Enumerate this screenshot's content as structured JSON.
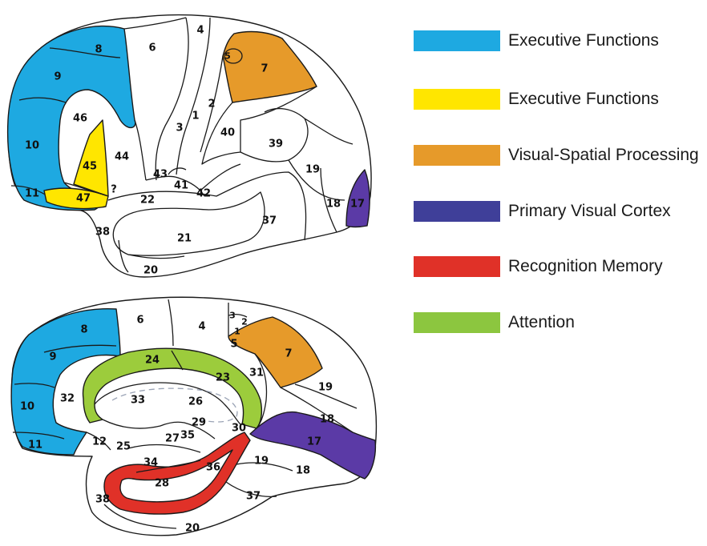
{
  "colors": {
    "executive_blue": "#1ea9e1",
    "executive_yellow": "#ffe600",
    "visual_spatial": "#e69a2a",
    "primary_visual": "#5b3aa6",
    "recognition_memory": "#e03128",
    "attention": "#9ccc3c",
    "outline": "#1a1a1a"
  },
  "legend": [
    {
      "label": "Executive Functions",
      "color": "#1ea9e1"
    },
    {
      "label": "Executive Functions",
      "color": "#ffe600"
    },
    {
      "label": "Visual-Spatial Processing",
      "color": "#e69a2a"
    },
    {
      "label": "Primary Visual Cortex",
      "color": "#3f3f99"
    },
    {
      "label": "Recognition Memory",
      "color": "#e03128"
    },
    {
      "label": "Attention",
      "color": "#8cc63f"
    }
  ],
  "lateral": {
    "a8": "8",
    "a9": "9",
    "a10": "10",
    "a11": "11",
    "a46": "46",
    "a45": "45",
    "a47": "47",
    "a44": "44",
    "a6": "6",
    "a4": "4",
    "a5": "5",
    "a7": "7",
    "a3": "3",
    "a1": "1",
    "a2": "2",
    "a40": "40",
    "a39": "39",
    "a43": "43",
    "a41": "41",
    "a42": "42",
    "a22": "22",
    "a21": "21",
    "a38": "38",
    "a20": "20",
    "a37": "37",
    "a19": "19",
    "a18": "18",
    "a17": "17",
    "q": "?"
  },
  "medial": {
    "a8": "8",
    "a9": "9",
    "a10": "10",
    "a11": "11",
    "a6": "6",
    "a4": "4",
    "a3": "3",
    "a2": "2",
    "a1": "1",
    "a5": "5",
    "a7": "7",
    "a24": "24",
    "a23": "23",
    "a31": "31",
    "a32": "32",
    "a33": "33",
    "a26": "26",
    "a29": "29",
    "a30": "30",
    "a27": "27",
    "a35": "35",
    "a12": "12",
    "a25": "25",
    "a34": "34",
    "a28": "28",
    "a36": "36",
    "a38": "38",
    "a20": "20",
    "a37": "37",
    "a19": "19",
    "a18": "18",
    "a17": "17",
    "a19b": "19",
    "a18b": "18"
  }
}
